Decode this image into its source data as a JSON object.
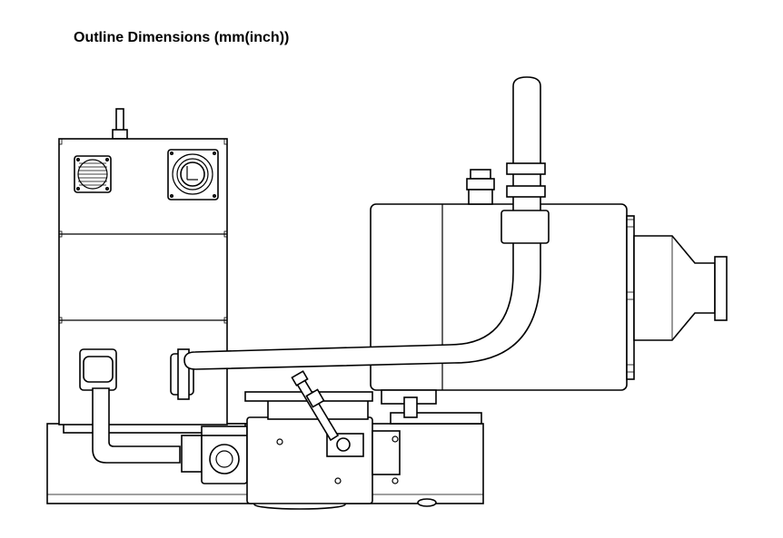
{
  "header": {
    "title": "Outline Dimensions (mm(inch))"
  },
  "colors": {
    "line": "#000000",
    "background": "#ffffff"
  },
  "parts": {
    "motor_box": "electronics-enclosure",
    "fan": "cooling-fan-icon",
    "connector": "power-connector-icon",
    "pump_body": "pump-housing",
    "inlet_flange": "inlet-flange",
    "hose": "gas-hose",
    "base": "base-frame"
  }
}
